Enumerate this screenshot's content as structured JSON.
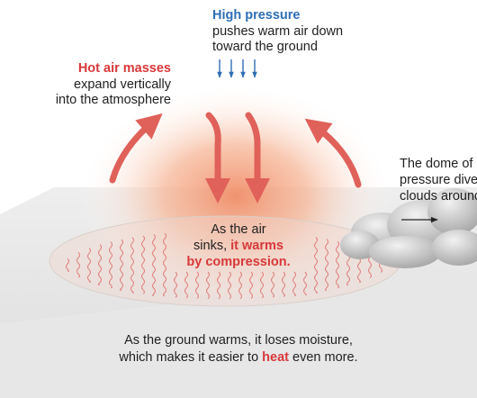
{
  "high_pressure": {
    "title": "High pressure",
    "line1": "pushes warm air down",
    "line2": "toward the ground"
  },
  "hot_air": {
    "title": "Hot air masses",
    "line1": "expand vertically",
    "line2": "into the atmosphere"
  },
  "dome": {
    "line1": "The dome of h",
    "line2": "pressure dive",
    "line3": "clouds around"
  },
  "sinks": {
    "line1": "As the air",
    "line2_pre": "sinks, ",
    "line2_em": "it warms",
    "line3_em": "by compression."
  },
  "ground": {
    "line1": "As the ground warms, it loses moisture,",
    "line2_pre": "which makes it easier to ",
    "line2_em": "heat",
    "line2_post": " even more."
  },
  "colors": {
    "blue_label": "#2f6eb5",
    "red_label": "#d8383a",
    "arrow_red": "#e0615a",
    "heat_glow": "#f3a27c",
    "ground": "#e9e9e9",
    "cloud": "#cfcfcf"
  }
}
